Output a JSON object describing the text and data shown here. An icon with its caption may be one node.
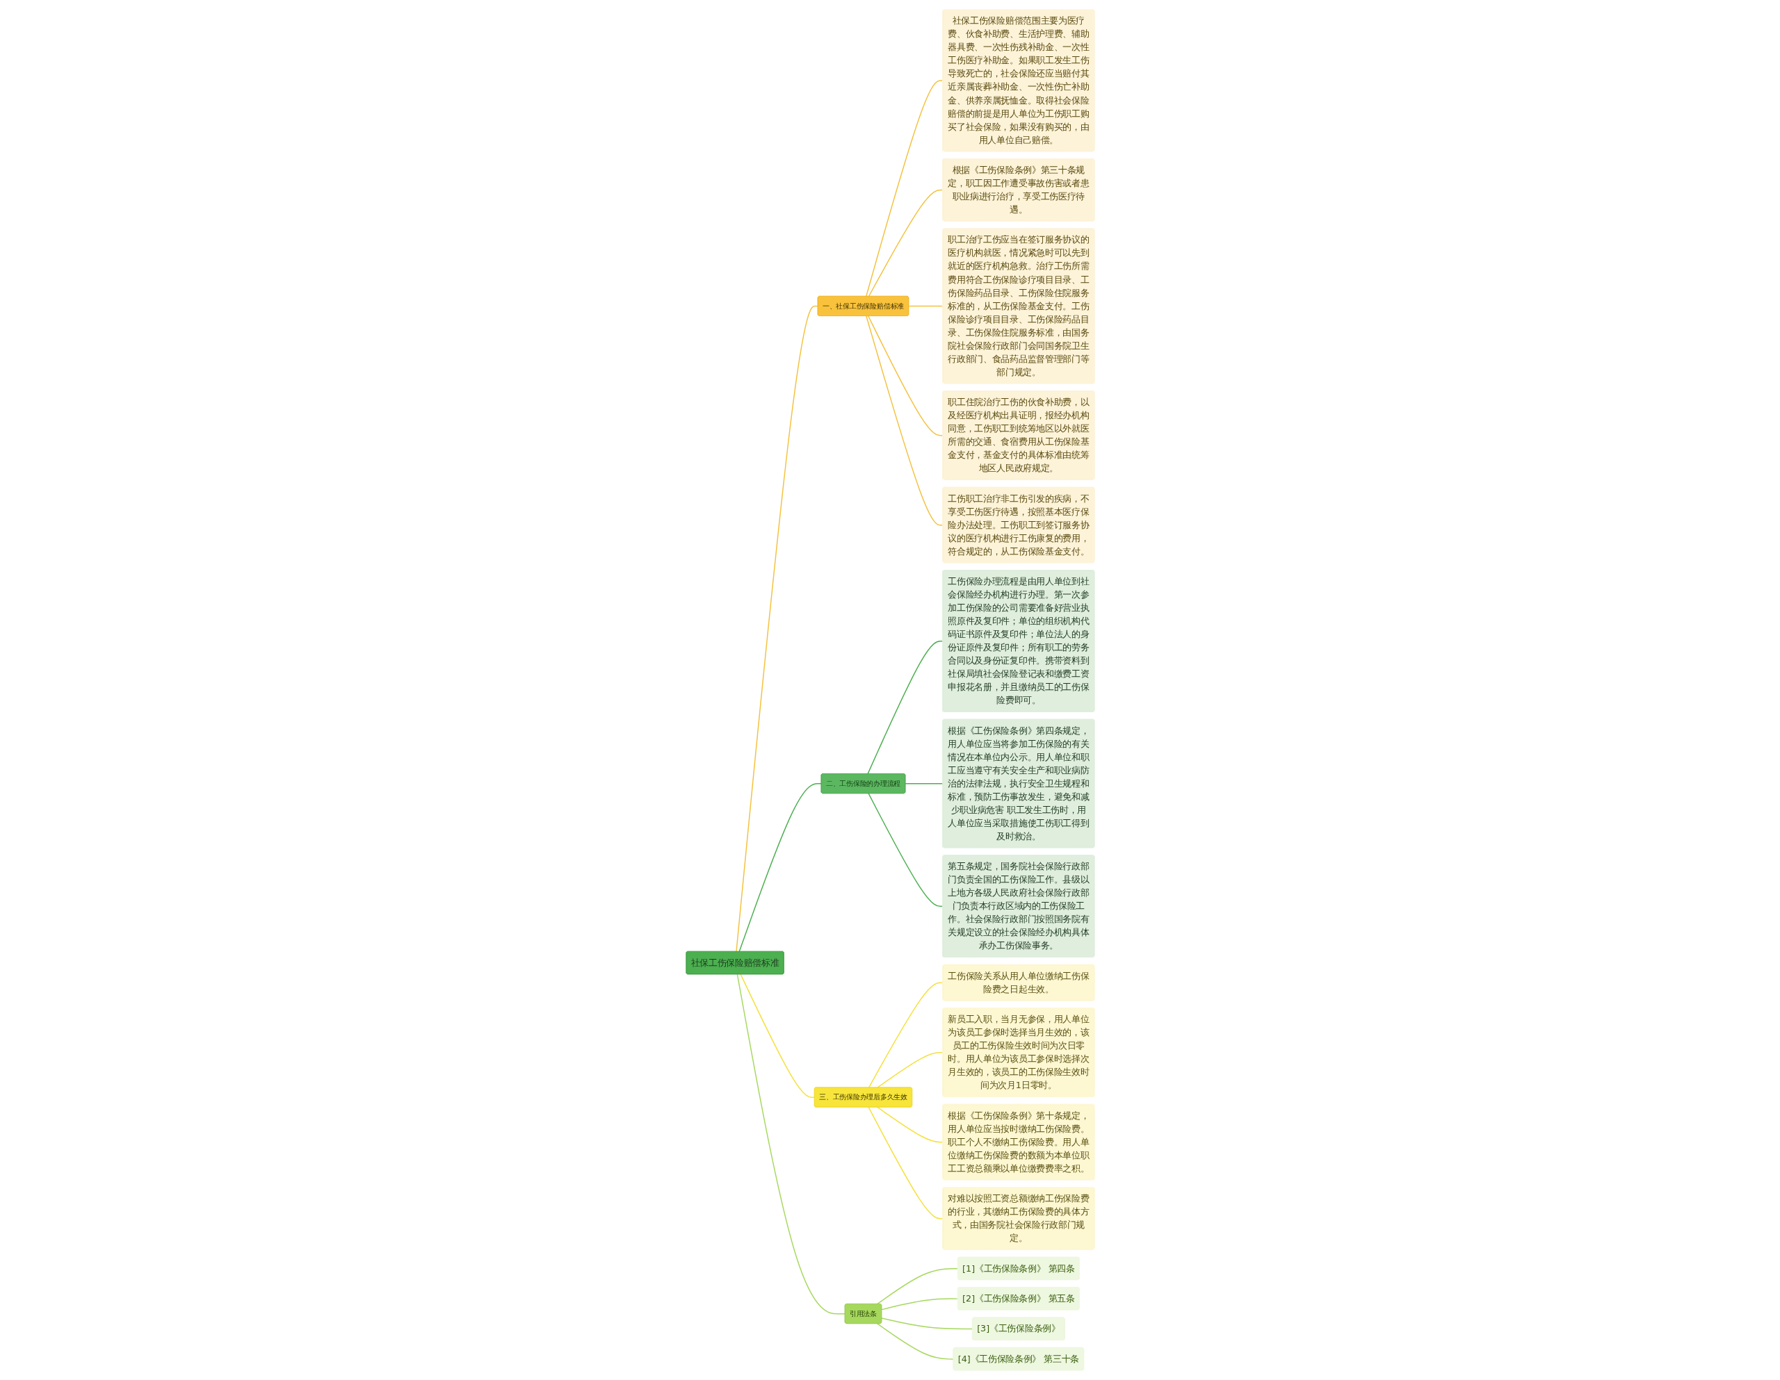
{
  "diagram": {
    "nodes": [
      {
        "text": [
          "社保工伤保险赔偿标准"
        ]
      },
      {
        "text": [
          "一、社保工伤保险赔偿标准"
        ]
      },
      {
        "text": [
          "社保工伤保险赔偿范围主要为医疗费、伙食补助费、生活护理费、辅助器具费、一次性伤残补助金、一次性工伤医疗补助金。如果职工发生工伤导致死亡的，社会保险还应当赔付其近亲属丧葬补助金、一次性伤亡补助金、供养亲属抚恤金。取得社会保险赔偿的前提是用人单位为工伤职工购买了社会保险，如果没有购买的，由用人单位自己赔偿。"
        ]
      },
      {
        "text": [
          "根据《工伤保险条例》第三十条规定，职工因工作遭受事故伤害或者患职业病进行治疗，享受工伤医疗待遇。"
        ]
      },
      {
        "text": [
          "职工治疗工伤应当在签订服务协议的医疗机构就医，情况紧急时可以先到就近的医疗机构急救。治疗工伤所需费用符合工伤保险诊疗项目目录、工伤保险药品目录、工伤保险住院服务标准的，从工伤保险基金支付。工伤保险诊疗项目目录、工伤保险药品目录、工伤保险住院服务标准，由国务院社会保险行政部门会同国务院卫生行政部门、食品药品监督管理部门等部门规定。"
        ]
      },
      {
        "text": [
          "职工住院治疗工伤的伙食补助费，以及经医疗机构出具证明，报经办机构同意，工伤职工到统筹地区以外就医所需的交通、食宿费用从工伤保险基金支付，基金支付的具体标准由统筹地区人民政府规定。"
        ]
      },
      {
        "text": [
          "工伤职工治疗非工伤引发的疾病，不享受工伤医疗待遇，按照基本医疗保险办法处理。工伤职工到签订服务协议的医疗机构进行工伤康复的费用，符合规定的，从工伤保险基金支付。"
        ]
      },
      {
        "text": [
          "二、工伤保险的办理流程"
        ]
      },
      {
        "text": [
          "工伤保险办理流程是由用人单位到社会保险经办机构进行办理。第一次参加工伤保险的公司需要准备好营业执照原件及复印件；单位的组织机构代码证书原件及复印件；单位法人的身份证原件及复印件；所有职工的劳务合同以及身份证复印件。携带资料到社保局填社会保险登记表和缴费工资申报花名册，并且缴纳员工的工伤保险费即可。"
        ]
      },
      {
        "text": [
          "根据《工伤保险条例》第四条规定，用人单位应当将参加工伤保险的有关情况在本单位内公示。用人单位和职工应当遵守有关安全生产和职业病防治的法律法规，执行安全卫生规程和标准，预防工伤事故发生，避免和减少职业病危害 职工发生工伤时，用人单位应当采取措施使工伤职工得到及时救治。"
        ]
      },
      {
        "text": [
          "第五条规定，国务院社会保险行政部门负责全国的工伤保险工作。县级以上地方各级人民政府社会保险行政部门负责本行政区域内的工伤保险工作。社会保险行政部门按照国务院有关规定设立的社会保险经办机构具体承办工伤保险事务。"
        ]
      },
      {
        "text": [
          "三、工伤保险办理后多久生效"
        ]
      },
      {
        "text": [
          "工伤保险关系从用人单位缴纳工伤保险费之日起生效。"
        ]
      },
      {
        "text": [
          "新员工入职，当月无参保，用人单位为该员工参保时选择当月生效的，该员工的工伤保险生效时间为次日零时。用人单位为该员工参保时选择次月生效的，该员工的工伤保险生效时间为次月1日零时。"
        ]
      },
      {
        "text": [
          "根据《工伤保险条例》第十条规定，用人单位应当按时缴纳工伤保险费。职工个人不缴纳工伤保险费。用人单位缴纳工伤保险费的数额为本单位职工工资总额乘以单位缴费费率之积。"
        ]
      },
      {
        "text": [
          "对难以按照工资总额缴纳工伤保险费的行业，其缴纳工伤保险费的具体方式，由国务院社会保险行政部门规定。"
        ]
      },
      {
        "text": [
          "引用法条"
        ]
      },
      {
        "text": [
          "[1]《工伤保险条例》 第四条"
        ]
      },
      {
        "text": [
          "[2]《工伤保险条例》 第五条"
        ]
      },
      {
        "text": [
          "[3]《工伤保险条例》"
        ]
      },
      {
        "text": [
          "[4]《工伤保险条例》 第三十条"
        ]
      }
    ],
    "edges": [
      {
        "from": 0,
        "to": 1,
        "arrow": "none"
      },
      {
        "from": 1,
        "to": 2,
        "arrow": "none"
      },
      {
        "from": 1,
        "to": 3,
        "arrow": "none"
      },
      {
        "from": 1,
        "to": 4,
        "arrow": "none"
      },
      {
        "from": 1,
        "to": 5,
        "arrow": "none"
      },
      {
        "from": 1,
        "to": 6,
        "arrow": "none"
      },
      {
        "from": 0,
        "to": 7,
        "arrow": "none",
        "color": "#4caf50"
      },
      {
        "from": 7,
        "to": 8,
        "arrow": "none",
        "color": "#4caf50"
      },
      {
        "from": 7,
        "to": 9,
        "arrow": "none",
        "color": "#4caf50"
      },
      {
        "from": 7,
        "to": 10,
        "arrow": "none",
        "color": "#4caf50"
      },
      {
        "from": 0,
        "to": 11,
        "arrow": "none",
        "color": "#f5e03a"
      },
      {
        "from": 11,
        "to": 12,
        "arrow": "none",
        "color": "#f5e03a"
      },
      {
        "from": 11,
        "to": 13,
        "arrow": "none",
        "color": "#f5e03a"
      },
      {
        "from": 11,
        "to": 14,
        "arrow": "none",
        "color": "#f5e03a"
      },
      {
        "from": 11,
        "to": 15,
        "arrow": "none",
        "color": "#f5e03a"
      },
      {
        "from": 0,
        "to": 16,
        "arrow": "none",
        "color": "#a6d85e"
      },
      {
        "from": 16,
        "to": 17,
        "arrow": "none",
        "color": "#a6d85e"
      },
      {
        "from": 16,
        "to": 18,
        "arrow": "none",
        "color": "#a6d85e"
      },
      {
        "from": 16,
        "to": 19,
        "arrow": "none",
        "color": "#a6d85e"
      },
      {
        "from": 16,
        "to": 20,
        "arrow": "none",
        "color": "#a6d85e"
      }
    ]
  }
}
